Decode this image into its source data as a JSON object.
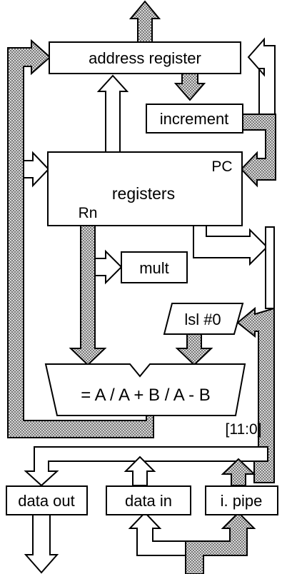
{
  "blocks": {
    "address_register": "address register",
    "increment": "increment",
    "registers": "registers",
    "pc": "PC",
    "rn": "Rn",
    "mult": "mult",
    "shifter": "lsl #0",
    "alu": "= A / A + B / A - B",
    "data_out": "data out",
    "data_in": "data in",
    "instruction_pipe": "i. pipe"
  },
  "labels": {
    "immediate_field": "[11:0]"
  },
  "colors": {
    "stroke": "#000000",
    "fill": "#ffffff",
    "shaded_bus": "#9a9a9a"
  }
}
